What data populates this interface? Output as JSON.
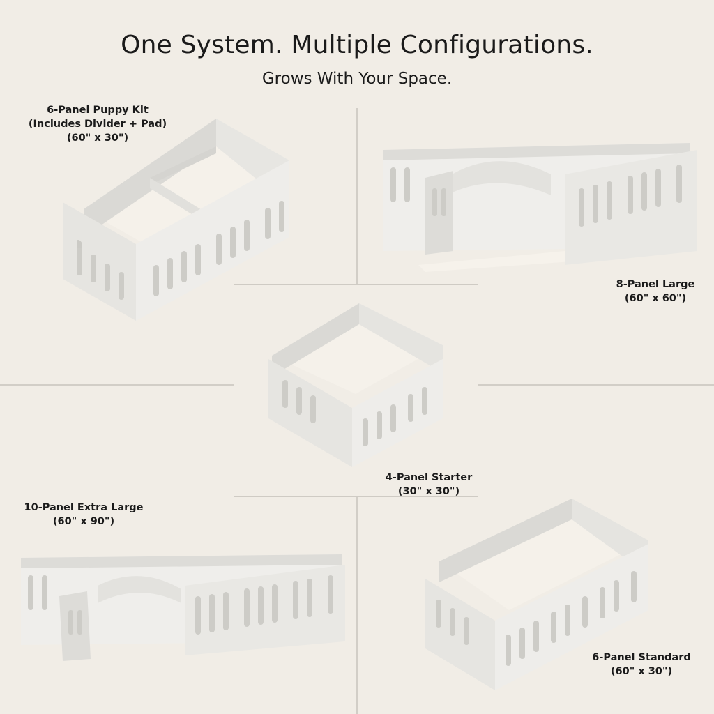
{
  "header": {
    "title": "One System. Multiple Configurations.",
    "subtitle": "Grows With Your Space."
  },
  "configurations": [
    {
      "name": "6-Panel Puppy Kit",
      "detail": "(Includes Divider + Pad)",
      "size": "(60\" x 30\")"
    },
    {
      "name": "8-Panel Large",
      "size": "(60\" x 60\")"
    },
    {
      "name": "4-Panel Starter",
      "size": "(30\" x 30\")"
    },
    {
      "name": "10-Panel Extra Large",
      "size": "(60\" x 90\")"
    },
    {
      "name": "6-Panel Standard",
      "size": "(60\" x 30\")"
    }
  ],
  "colors": {
    "background": "#f1ede6",
    "panel": "#e4e3df",
    "panel_shadow": "#c9c8c3",
    "slot": "#f4f2ee",
    "text": "#1a1a1a"
  }
}
